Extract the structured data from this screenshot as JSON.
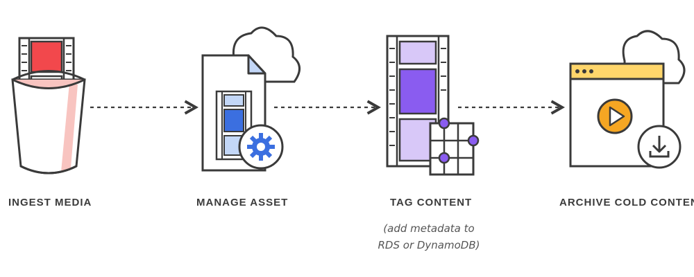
{
  "steps": [
    {
      "label": "INGEST MEDIA",
      "icon": "bucket-film-icon"
    },
    {
      "label": "MANAGE ASSET",
      "icon": "document-gear-cloud-icon"
    },
    {
      "label": "TAG CONTENT",
      "icon": "film-tag-grid-icon",
      "note_line1": "(add metadata to",
      "note_line2": "RDS or DynamoDB)"
    },
    {
      "label": "ARCHIVE COLD CONTENT",
      "icon": "browser-play-download-icon"
    }
  ],
  "colors": {
    "outline": "#3a3a3a",
    "red": "#f2484c",
    "pink": "#f8c4c0",
    "blue": "#3b6fe0",
    "light_blue": "#c3d7f7",
    "purple": "#8a5cf0",
    "lavender": "#d8c8f8",
    "orange": "#f5a623",
    "yellow": "#ffd66b"
  }
}
